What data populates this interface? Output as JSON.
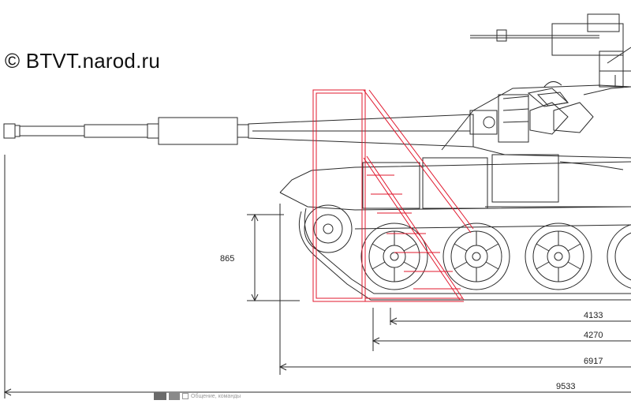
{
  "watermark": "© BTVT.narod.ru",
  "dimensions": {
    "track_height": "865",
    "d1": "4133",
    "d2": "4270",
    "d3": "6917",
    "overall": "9533"
  },
  "taskbar": {
    "text": "Общение, команды"
  },
  "colors": {
    "line": "#2a2a2a",
    "overlay": "#e0182d"
  },
  "icons": [
    "tank-drawing",
    "ladder-overlay",
    "window-button-icon"
  ]
}
